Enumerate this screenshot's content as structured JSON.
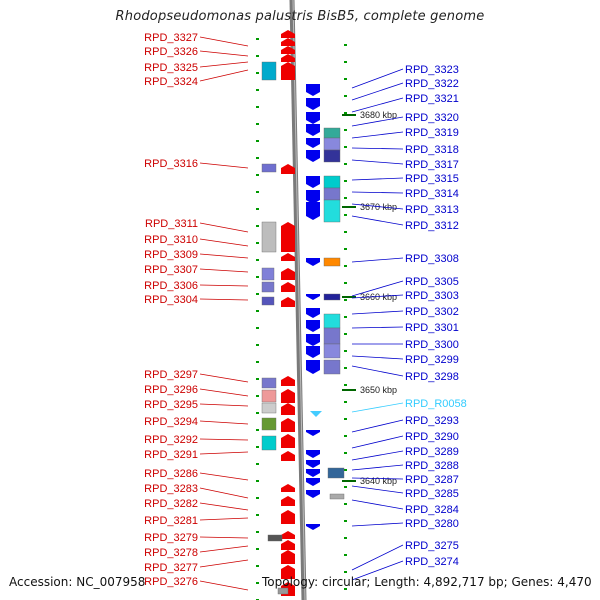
{
  "title": "Rhodopseudomonas palustris BisB5, complete genome",
  "footer": {
    "accession": "Accession: NC_007958",
    "topology": "Topology: circular; Length: 4,892,717 bp; Genes: 4,470"
  },
  "colors": {
    "left_label": "#cc0000",
    "right_label": "#0000cc",
    "rna_label": "#33ccff",
    "forward_gene": "#ee0000",
    "reverse_gene": "#0000ee",
    "tick": "#009900",
    "axis": "#888888"
  },
  "scale_labels": [
    "3680 kbp",
    "3670 kbp",
    "3660 kbp",
    "3650 kbp",
    "3640 kbp"
  ],
  "left_labels": [
    "RPD_3327",
    "RPD_3326",
    "RPD_3325",
    "RPD_3324",
    "RPD_3316",
    "RPD_3311",
    "RPD_3310",
    "RPD_3309",
    "RPD_3307",
    "RPD_3306",
    "RPD_3304",
    "RPD_3297",
    "RPD_3296",
    "RPD_3295",
    "RPD_3294",
    "RPD_3292",
    "RPD_3291",
    "RPD_3286",
    "RPD_3283",
    "RPD_3282",
    "RPD_3281",
    "RPD_3279",
    "RPD_3278",
    "RPD_3277",
    "RPD_3276"
  ],
  "right_labels": [
    "RPD_3323",
    "RPD_3322",
    "RPD_3321",
    "RPD_3320",
    "RPD_3319",
    "RPD_3318",
    "RPD_3317",
    "RPD_3315",
    "RPD_3314",
    "RPD_3313",
    "RPD_3312",
    "RPD_3308",
    "RPD_3305",
    "RPD_3303",
    "RPD_3302",
    "RPD_3301",
    "RPD_3300",
    "RPD_3299",
    "RPD_3298",
    "RPD_R0058",
    "RPD_3293",
    "RPD_3290",
    "RPD_3289",
    "RPD_3288",
    "RPD_3287",
    "RPD_3285",
    "RPD_3284",
    "RPD_3280",
    "RPD_3275",
    "RPD_3274"
  ]
}
